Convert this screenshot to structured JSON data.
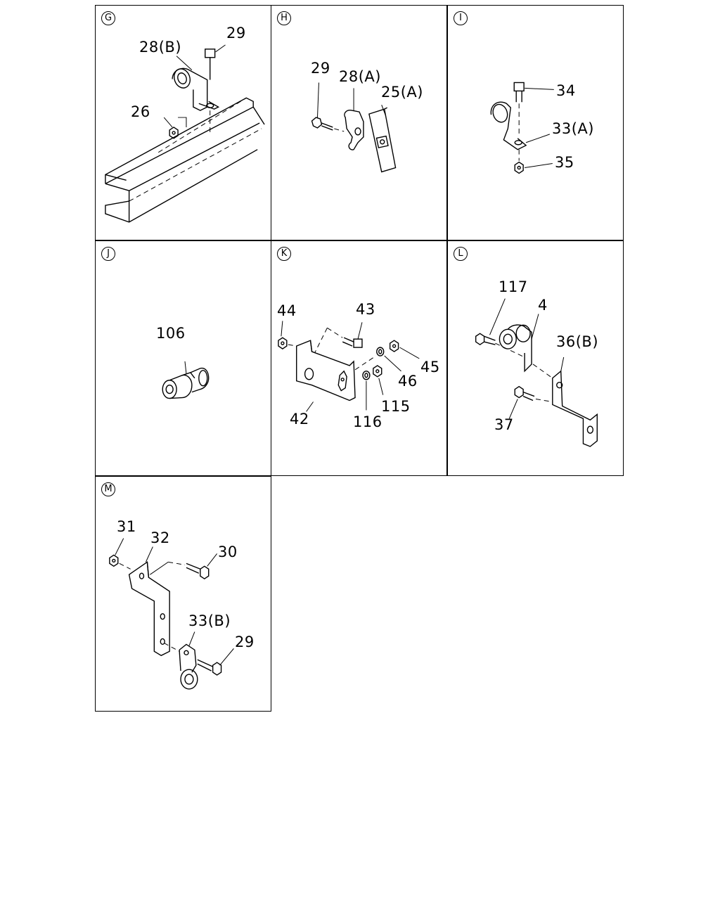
{
  "panels": {
    "g": {
      "badge": "G",
      "labels": [
        "28(B)",
        "29",
        "26"
      ]
    },
    "h": {
      "badge": "H",
      "labels": [
        "29",
        "28(A)",
        "25(A)"
      ]
    },
    "i": {
      "badge": "I",
      "labels": [
        "34",
        "33(A)",
        "35"
      ]
    },
    "j": {
      "badge": "J",
      "labels": [
        "106"
      ]
    },
    "k": {
      "badge": "K",
      "labels": [
        "44",
        "43",
        "45",
        "46",
        "42",
        "116",
        "115"
      ]
    },
    "l": {
      "badge": "L",
      "labels": [
        "117",
        "4",
        "36(B)",
        "37"
      ]
    },
    "m": {
      "badge": "M",
      "labels": [
        "31",
        "32",
        "30",
        "33(B)",
        "29"
      ]
    }
  },
  "colors": {
    "line": "#000000",
    "background": "#ffffff"
  }
}
